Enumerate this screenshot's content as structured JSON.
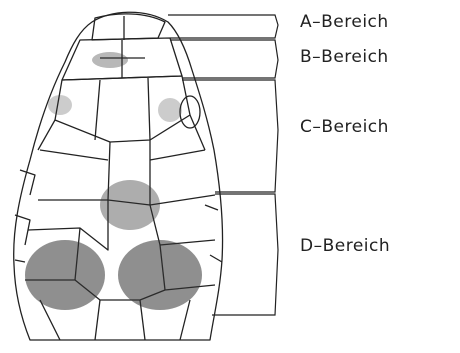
{
  "figure": {
    "regions": [
      {
        "id": "A",
        "label": "A–Bereich"
      },
      {
        "id": "B",
        "label": "B–Bereich"
      },
      {
        "id": "C",
        "label": "C–Bereich"
      },
      {
        "id": "D",
        "label": "D–Bereich"
      }
    ],
    "colors": {
      "ink": "#222222",
      "stipple": "#333333",
      "background": "#ffffff"
    }
  }
}
